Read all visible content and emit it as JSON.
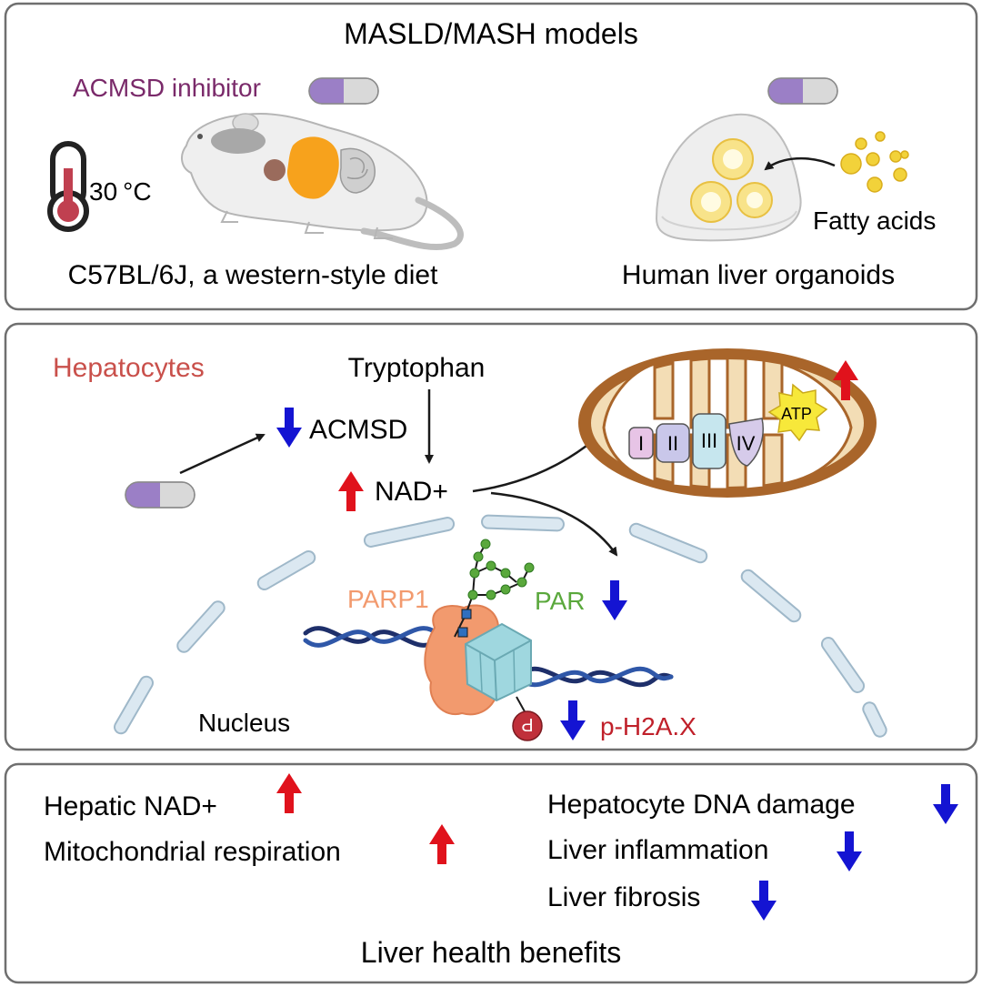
{
  "panel_models": {
    "title": "MASLD/MASH models",
    "inhibitor_label": "ACMSD inhibitor",
    "temperature": "30",
    "temperature_unit": "°C",
    "mouse_label": "C57BL/6J, a western-style diet",
    "fatty_acids_label": "Fatty acids",
    "organoid_label": "Human liver organoids"
  },
  "panel_hepatocytes": {
    "title": "Hepatocytes",
    "tryptophan": "Tryptophan",
    "acmsd": "ACMSD",
    "nad": "NAD+",
    "atp": "ATP",
    "complexes": [
      "I",
      "II",
      "III",
      "IV"
    ],
    "parp1": "PARP1",
    "par": "PAR",
    "phospho_mark": "P",
    "ph2ax": "p-H2A.X",
    "nucleus": "Nucleus"
  },
  "panel_benefits": {
    "left_items": [
      "Hepatic NAD+",
      "Mitochondrial respiration"
    ],
    "right_items": [
      "Hepatocyte DNA damage",
      "Liver inflammation",
      "Liver fibrosis"
    ],
    "footer": "Liver health benefits"
  },
  "colors": {
    "up_arrow": "#e0121c",
    "down_arrow": "#1414d2",
    "hepatocytes_title": "#c9504b",
    "inhibitor_label": "#7a2a6a",
    "parp1": "#f29a6e",
    "par": "#5aa83c",
    "ph2ax": "#c0202a",
    "mito_outer": "#a9652a",
    "atp_star": "#f7e83a"
  }
}
